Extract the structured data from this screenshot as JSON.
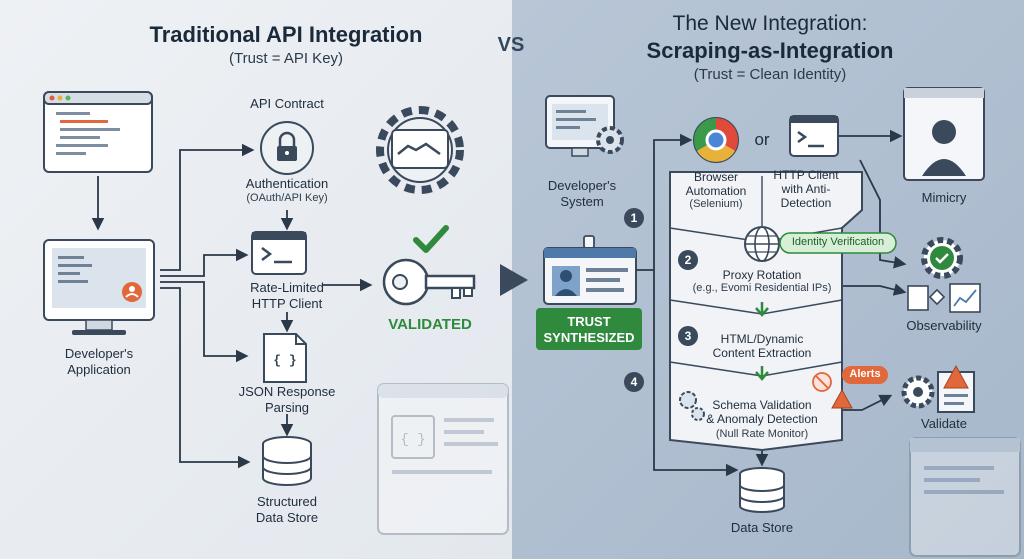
{
  "left": {
    "title": "Traditional API Integration",
    "subtitle": "(Trust = API Key)",
    "app_label": "Developer's\nApplication",
    "api_contract": "API Contract",
    "auth_label": "Authentication",
    "auth_sub": "(OAuth/API Key)",
    "rate_label": "Rate-Limited\nHTTP Client",
    "json_label": "JSON Response\nParsing",
    "store_label": "Structured\nData Store",
    "validated": "VALIDATED"
  },
  "vs": "VS",
  "right": {
    "title_line1": "The New Integration:",
    "title_line2": "Scraping-as-Integration",
    "subtitle": "(Trust = Clean Identity)",
    "dev_system": "Developer's\nSystem",
    "trust_badge": "TRUST\nSYNTHESIZED",
    "or": "or",
    "browser_label": "Browser\nAutomation",
    "browser_sub": "(Selenium)",
    "http_label": "HTTP Client\nwith Anti-\nDetection",
    "step1": "1",
    "step2": "2",
    "step3": "3",
    "step4": "4",
    "identity_verification": "Identity Verification",
    "proxy_label": "Proxy Rotation",
    "proxy_sub": "(e.g., Evomi Residential IPs)",
    "html_label": "HTML/Dynamic\nContent Extraction",
    "alerts": "Alerts",
    "schema_label": "Schema Validation\n& Anomaly Detection",
    "schema_sub": "(Null Rate Monitor)",
    "data_store": "Data Store",
    "mimicry": "Mimicry",
    "observability": "Observability",
    "validate": "Validate"
  },
  "colors": {
    "green": "#2f8a3d",
    "orange": "#e0683a",
    "dark": "#3a4a5c",
    "accent_blue": "#2f5e8e"
  }
}
